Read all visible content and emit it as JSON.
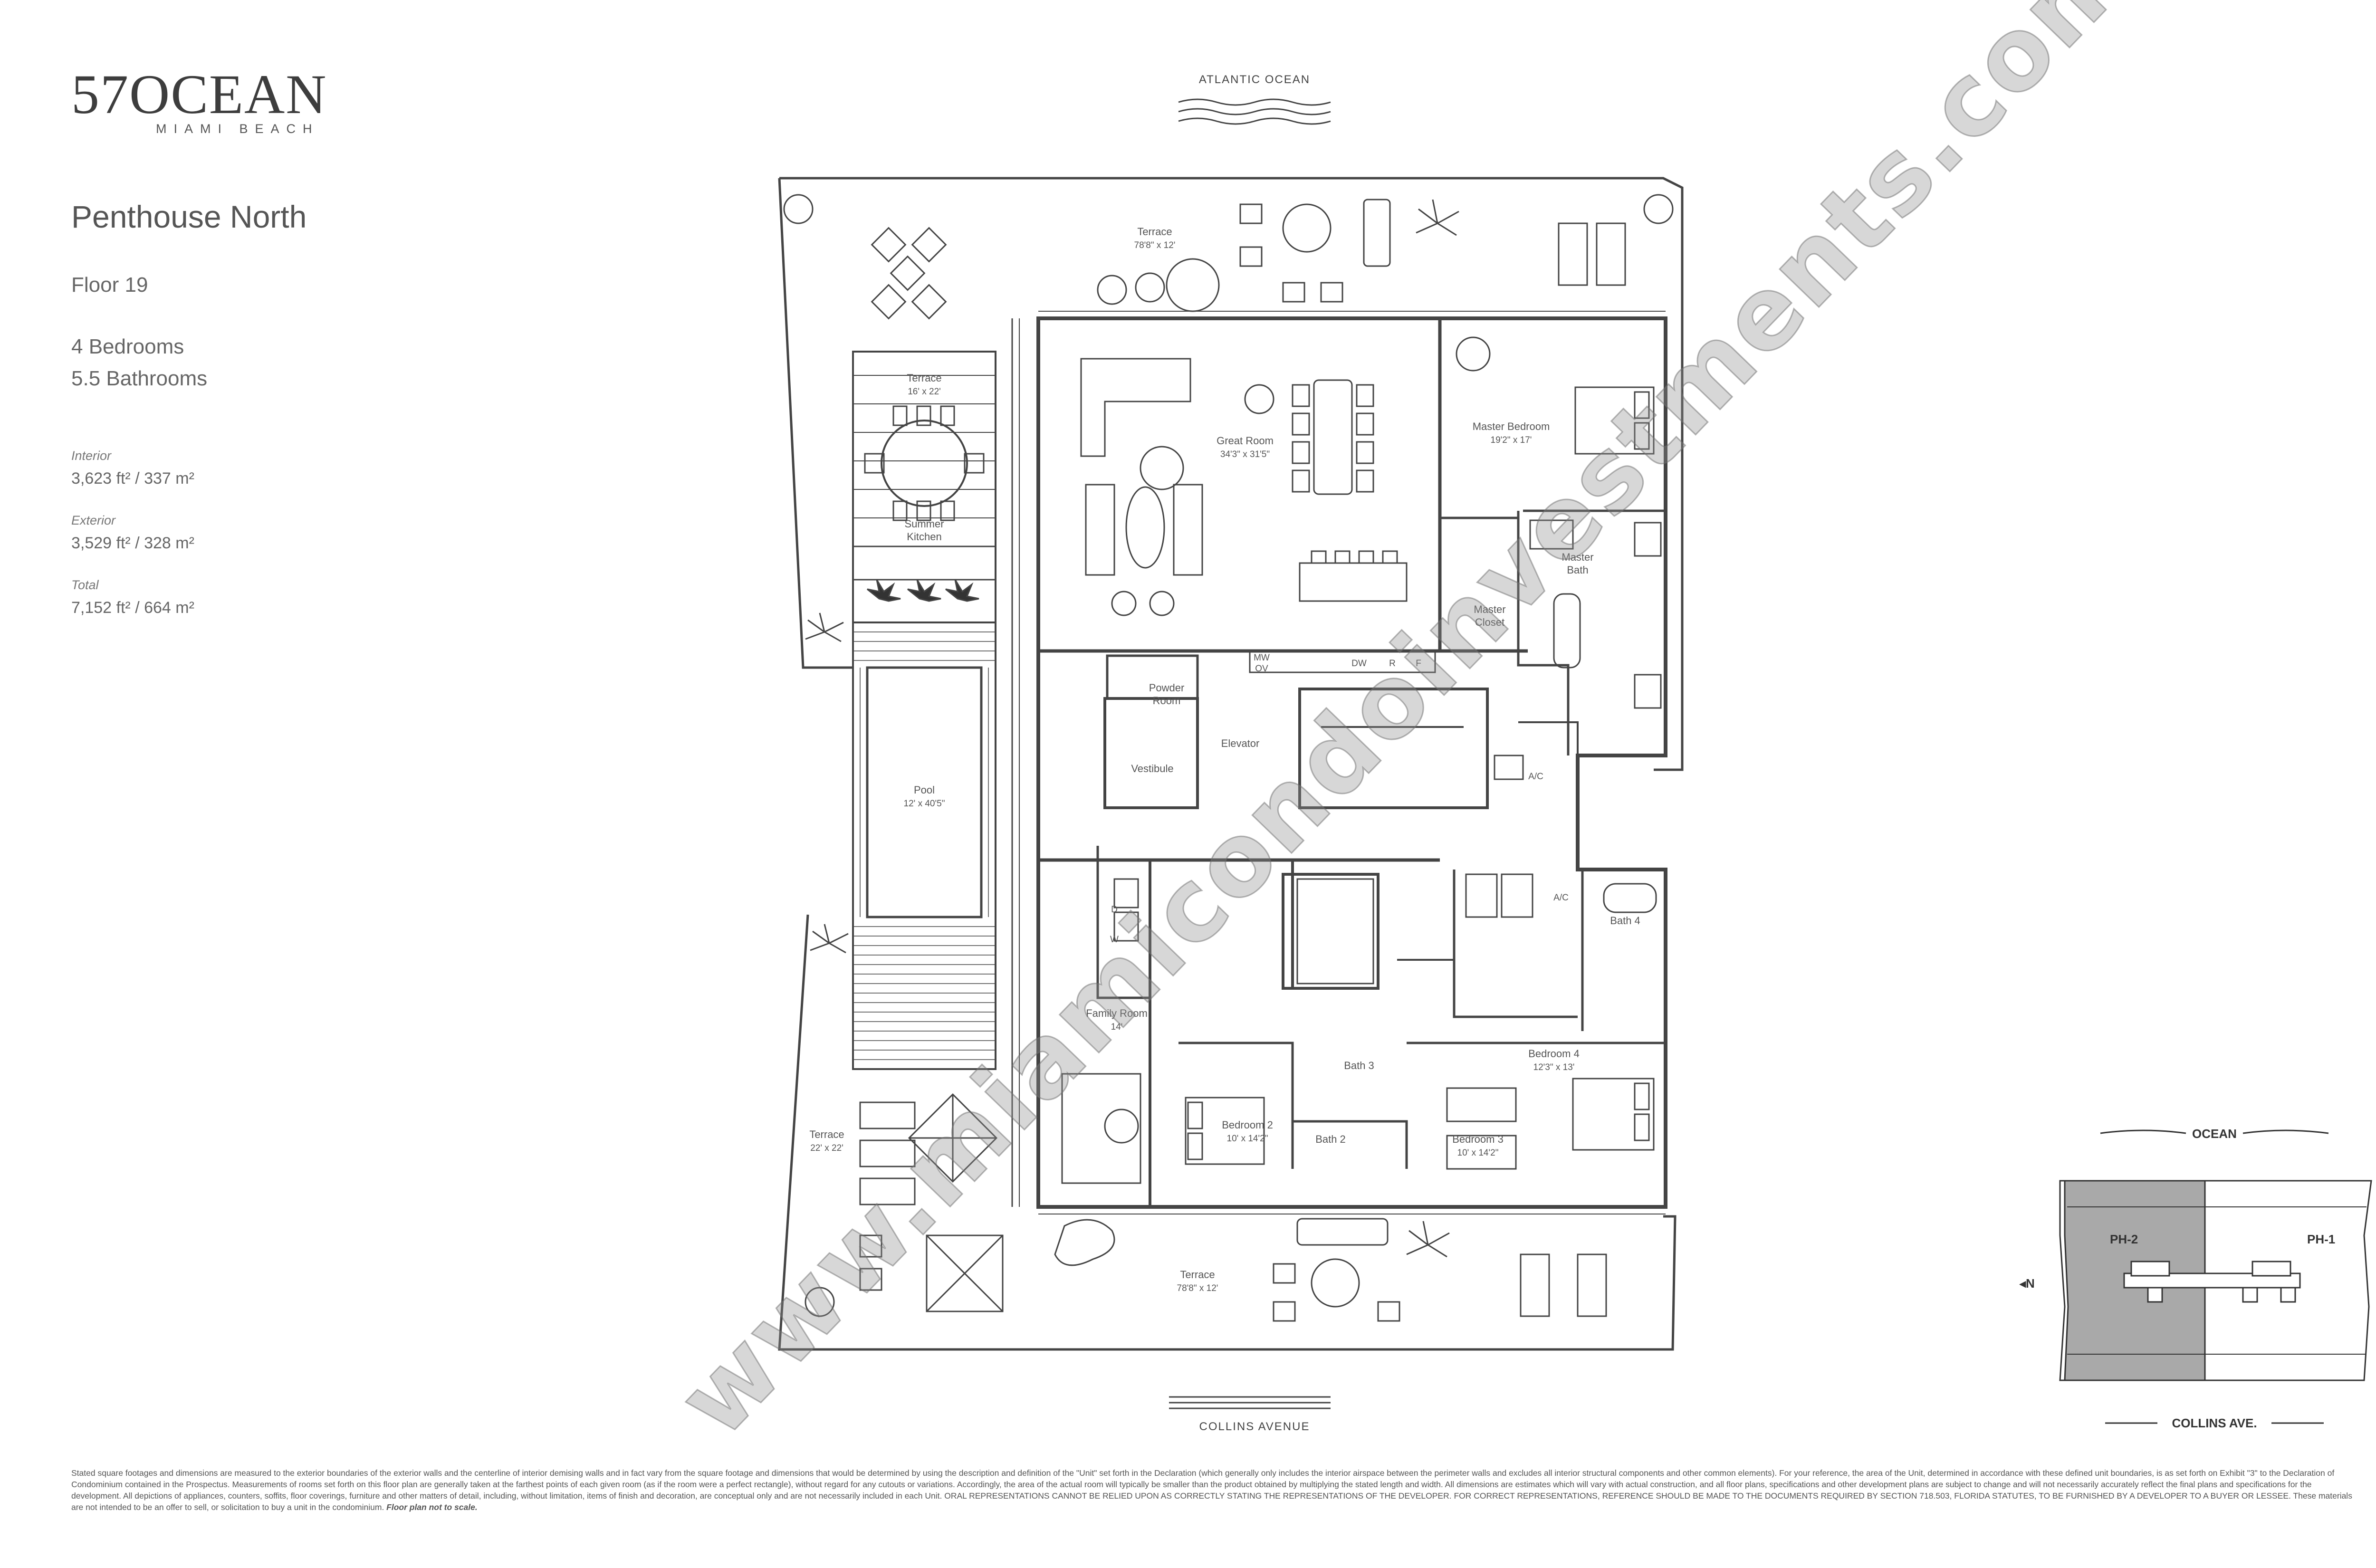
{
  "logo": {
    "number": "57",
    "name": "OCEAN",
    "city": "MIAMI BEACH"
  },
  "unit": {
    "title": "Penthouse North",
    "floor": "Floor 19",
    "bedrooms": "4 Bedrooms",
    "bathrooms": "5.5 Bathrooms",
    "interior_label": "Interior",
    "interior_value": "3,623 ft² / 337 m²",
    "exterior_label": "Exterior",
    "exterior_value": "3,529 ft² / 328 m²",
    "total_label": "Total",
    "total_value": "7,152 ft² / 664 m²"
  },
  "plan": {
    "top_label": "ATLANTIC OCEAN",
    "bottom_label": "COLLINS AVENUE",
    "rooms": {
      "terrace_north_name": "Terrace",
      "terrace_north_dim": "78'8\" x 12'",
      "terrace_west_name": "Terrace",
      "terrace_west_dim": "16' x 22'",
      "summer_kitchen_1": "Summer",
      "summer_kitchen_2": "Kitchen",
      "pool_name": "Pool",
      "pool_dim": "12' x 40'5\"",
      "terrace_sw_name": "Terrace",
      "terrace_sw_dim": "22' x 22'",
      "terrace_south_name": "Terrace",
      "terrace_south_dim": "78'8\" x 12'",
      "great_room_name": "Great Room",
      "great_room_dim": "34'3\" x 31'5\"",
      "master_bed_name": "Master Bedroom",
      "master_bed_dim": "19'2\" x 17'",
      "master_bath_1": "Master",
      "master_bath_2": "Bath",
      "master_closet_1": "Master",
      "master_closet_2": "Closet",
      "powder_1": "Powder",
      "powder_2": "Room",
      "elevator": "Elevator",
      "vestibule": "Vestibule",
      "family_room_name": "Family Room",
      "family_room_dim": "14'",
      "bedroom2_name": "Bedroom 2",
      "bedroom2_dim": "10' x 14'2\"",
      "bath2": "Bath 2",
      "bath3": "Bath 3",
      "bedroom3_name": "Bedroom 3",
      "bedroom3_dim": "10' x 14'2\"",
      "bedroom4_name": "Bedroom 4",
      "bedroom4_dim": "12'3\" x 13'",
      "bath4": "Bath 4",
      "ac": "A/C",
      "ac2": "A/C",
      "mw": "MW",
      "ov": "OV",
      "dw": "DW",
      "r": "R",
      "f": "F",
      "d": "D",
      "w": "W"
    }
  },
  "keyplan": {
    "top": "OCEAN",
    "ph2": "PH-2",
    "ph1": "PH-1",
    "north": "◂N",
    "bottom": "COLLINS AVE."
  },
  "watermark": "www.miamicondoinvestments.com",
  "disclaimer": {
    "text": "Stated square footages and dimensions are measured to the exterior boundaries of the exterior walls and the centerline of interior demising walls and in fact vary from the square footage and dimensions that would be determined by using the description and definition of the \"Unit\" set forth in the Declaration (which generally only includes the interior airspace between the perimeter walls and excludes all interior structural components and other common elements). For your reference, the area of the Unit, determined in accordance with these defined unit boundaries, is as set forth on Exhibit \"3\" to the Declaration of Condominium contained in the Prospectus. Measurements of rooms set forth on this floor plan are generally taken at the farthest points of each given room (as if the room were a perfect rectangle), without regard for any cutouts or variations. Accordingly, the area of the actual room will typically be smaller than the product obtained by multiplying the stated length and width. All dimensions are estimates which will vary with actual construction, and all floor plans, specifications and other development plans are subject to change and will not necessarily accurately reflect the final plans and specifications for the development. All depictions of appliances, counters, soffits, floor coverings, furniture and other matters of detail, including, without limitation, items of finish and decoration, are conceptual only and are not necessarily included in each Unit. ORAL REPRESENTATIONS CANNOT BE RELIED UPON AS CORRECTLY STATING THE REPRESENTATIONS OF THE DEVELOPER. FOR CORRECT REPRESENTATIONS, REFERENCE SHOULD BE MADE TO THE DOCUMENTS REQUIRED BY SECTION 718.503, FLORIDA STATUTES, TO BE FURNISHED BY A DEVELOPER TO A BUYER OR LESSEE. These materials are not intended to be an offer to sell, or solicitation to buy a unit in the condominium.",
    "note": "Floor plan not to scale."
  }
}
